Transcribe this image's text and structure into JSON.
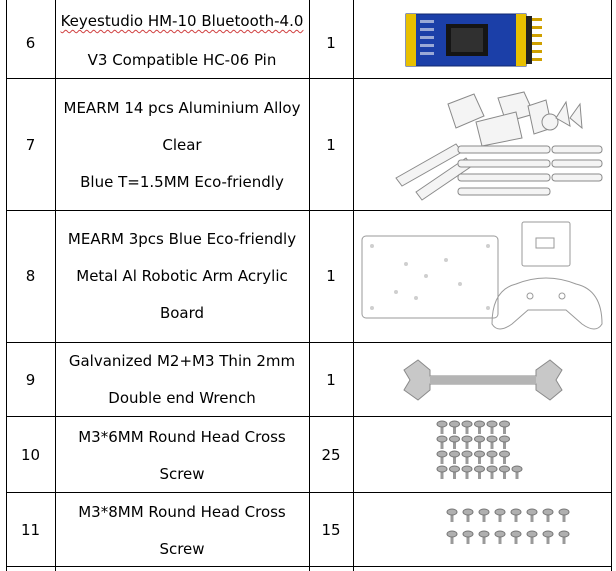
{
  "rows": [
    {
      "num": "6",
      "lines": [
        "Keyestudio HM-10 Bluetooth-4.0",
        "V3 Compatible HC-06 Pin"
      ],
      "qty": "1",
      "image": "hm10-bluetooth-module"
    },
    {
      "num": "7",
      "lines": [
        "MEARM 14 pcs Aluminium Alloy",
        "Clear",
        "Blue T=1.5MM Eco-friendly"
      ],
      "qty": "1",
      "image": "mearm-aluminium-parts"
    },
    {
      "num": "8",
      "lines": [
        "MEARM 3pcs Blue Eco-friendly",
        "Metal Al Robotic Arm Acrylic",
        "Board"
      ],
      "qty": "1",
      "image": "acrylic-boards"
    },
    {
      "num": "9",
      "lines": [
        "Galvanized M2+M3 Thin 2mm",
        "Double end Wrench"
      ],
      "qty": "1",
      "image": "double-end-wrench"
    },
    {
      "num": "10",
      "lines": [
        "M3*6MM Round Head Cross",
        "Screw"
      ],
      "qty": "25",
      "image": "m3x6-screws"
    },
    {
      "num": "11",
      "lines": [
        "M3*8MM Round Head Cross",
        "Screw"
      ],
      "qty": "15",
      "image": "m3x8-screws"
    }
  ]
}
